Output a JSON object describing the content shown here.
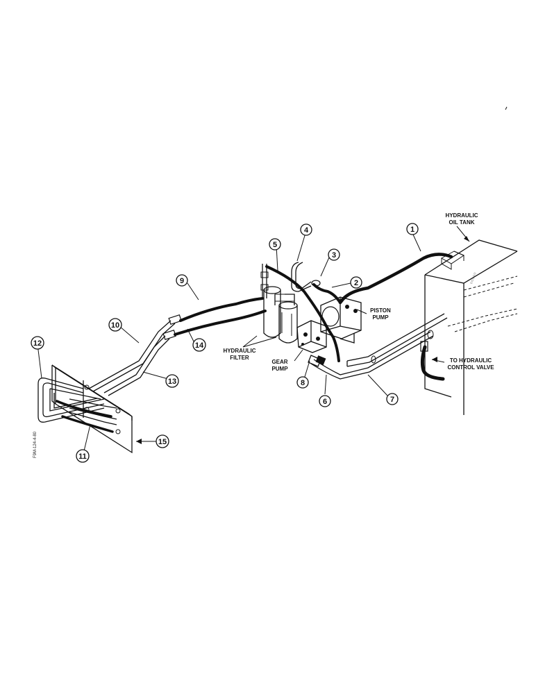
{
  "labels": {
    "oil_tank_line1": "HYDRAULIC",
    "oil_tank_line2": "OIL TANK",
    "piston_pump_line1": "PISTON",
    "piston_pump_line2": "PUMP",
    "filter_line1": "HYDRAULIC",
    "filter_line2": "FILTER",
    "gear_pump_line1": "GEAR",
    "gear_pump_line2": "PUMP",
    "control_valve_line1": "TO HYDRAULIC",
    "control_valve_line2": "CONTROL VALVE"
  },
  "callouts": [
    "1",
    "2",
    "3",
    "4",
    "5",
    "6",
    "7",
    "8",
    "9",
    "10",
    "11",
    "12",
    "13",
    "14",
    "15"
  ],
  "figure_id": "F9M-124-4-80"
}
